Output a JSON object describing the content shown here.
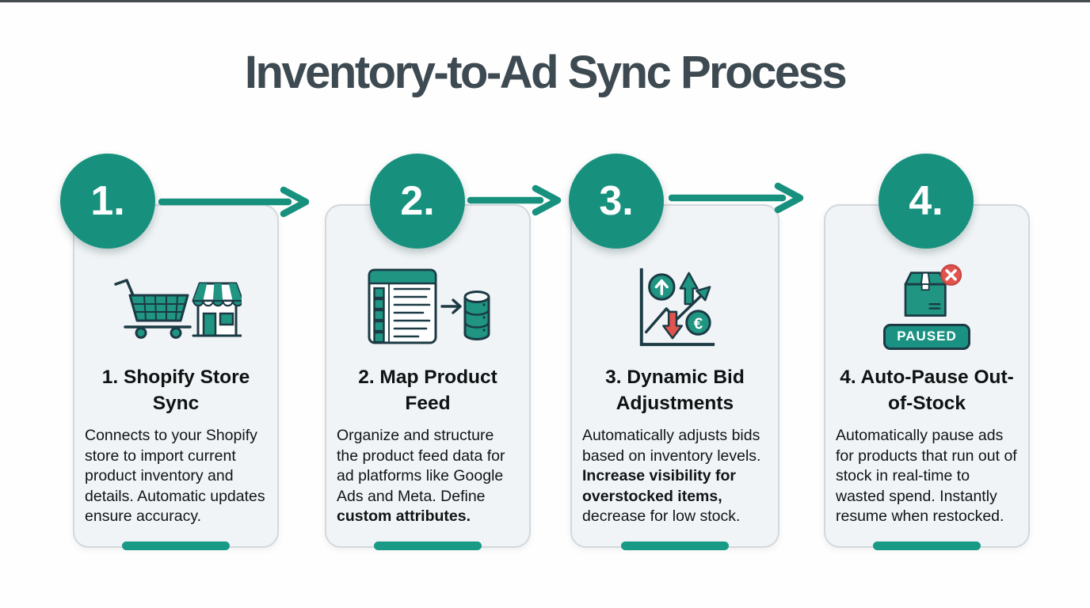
{
  "page": {
    "title": "Inventory-to-Ad Sync Process"
  },
  "colors": {
    "teal_primary": "#17917e",
    "teal_accent_bar": "#189a86",
    "icon_outline": "#1b3a44",
    "red_alert": "#e0534e",
    "card_background": "#f1f4f6",
    "card_border": "#d2d8dc",
    "title_color": "#3e4a52",
    "body_text": "#101415"
  },
  "steps": [
    {
      "number": "1.",
      "title": "1. Shopify Store Sync",
      "body_pre": "Connects to your Shopify store to import current product inventory and details. Automatic updates ensure accuracy.",
      "body_bold": "",
      "body_post": "",
      "icon": "cart-and-storefront-icon"
    },
    {
      "number": "2.",
      "title": "2. Map Product Feed",
      "body_pre": "Organize and structure the product feed data for ad platforms like Google Ads and Meta. Define ",
      "body_bold": "custom attributes.",
      "body_post": "",
      "icon": "product-feed-to-database-icon"
    },
    {
      "number": "3.",
      "title": "3. Dynamic Bid Adjustments",
      "body_pre": "Automatically adjusts bids based on inventory levels. ",
      "body_bold": "Increase visibility for overstocked items,",
      "body_post": " decrease for low stock.",
      "euro_symbol": "€",
      "icon": "bid-adjustments-chart-icon"
    },
    {
      "number": "4.",
      "title": "4. Auto-Pause Out-of-Stock",
      "body_pre": "Automatically pause ads for products that run out of stock in real-time to wasted spend. Instantly resume when restocked.",
      "body_bold": "",
      "body_post": "",
      "badge_label": "PAUSED",
      "icon": "paused-package-icon"
    }
  ]
}
